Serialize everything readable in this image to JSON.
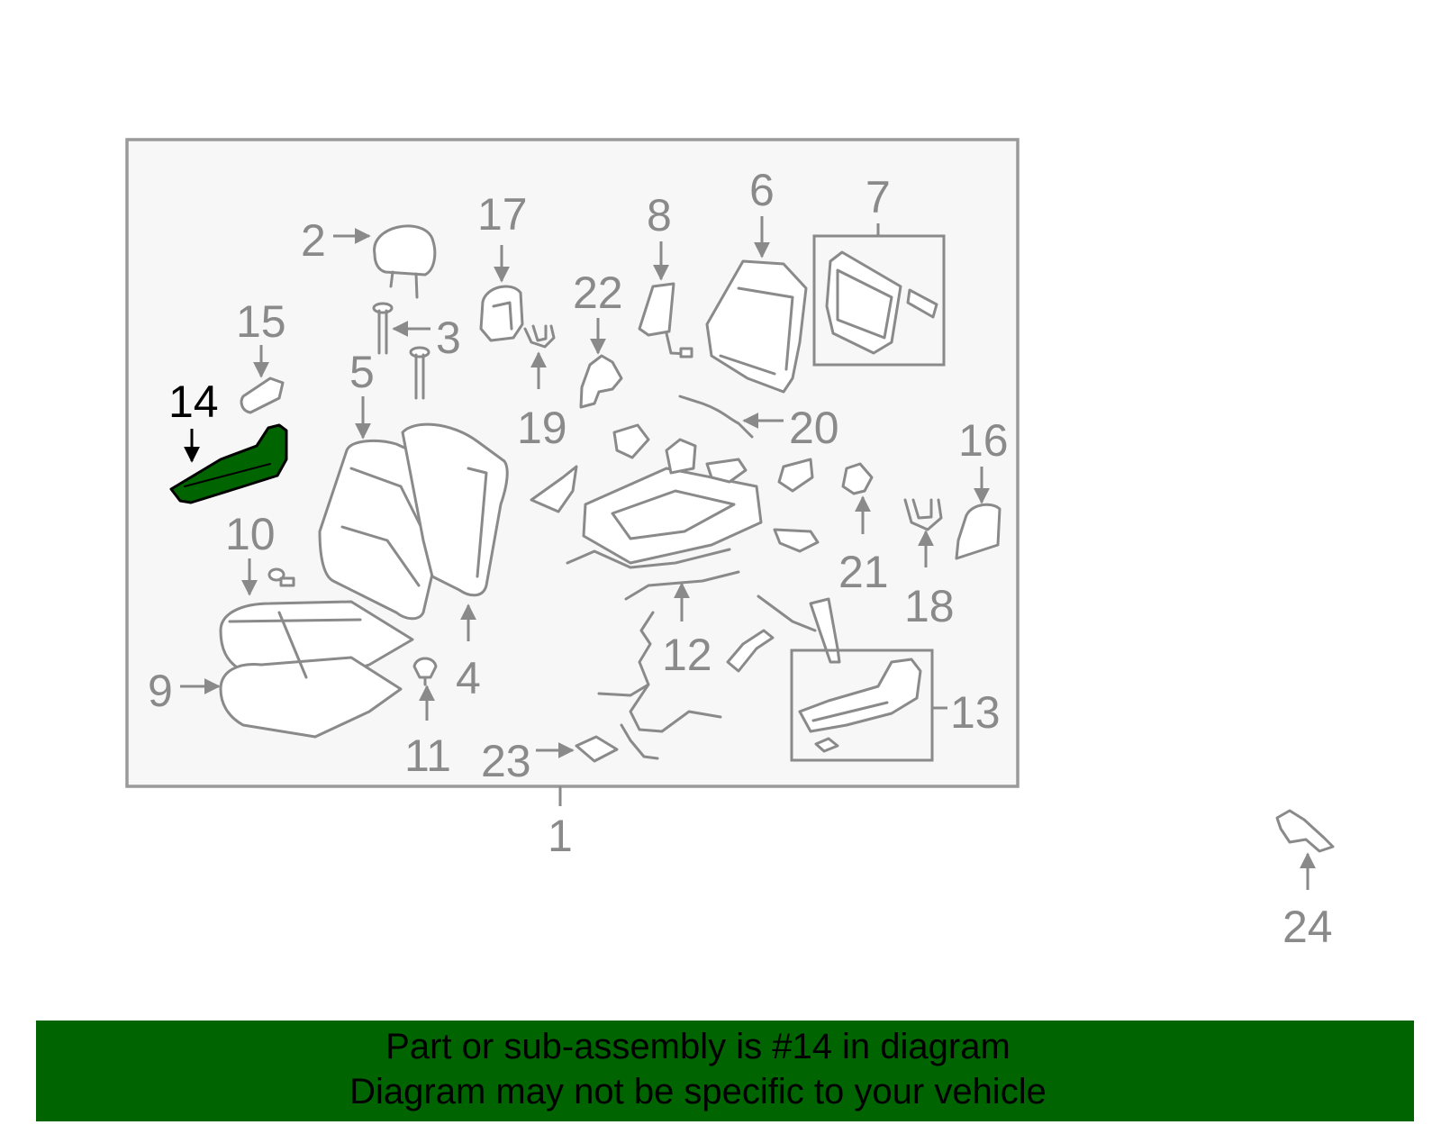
{
  "diagram": {
    "assembly_label": "1",
    "highlight_color": "#006400",
    "callouts": {
      "c2": "2",
      "c3": "3",
      "c4": "4",
      "c5": "5",
      "c6": "6",
      "c7": "7",
      "c8": "8",
      "c9": "9",
      "c10": "10",
      "c11": "11",
      "c12": "12",
      "c13": "13",
      "c14": "14",
      "c15": "15",
      "c16": "16",
      "c17": "17",
      "c18": "18",
      "c19": "19",
      "c20": "20",
      "c21": "21",
      "c22": "22",
      "c23": "23",
      "c24": "24"
    },
    "highlighted_part": "14"
  },
  "banner": {
    "line1": "Part or sub-assembly is #14 in diagram",
    "line2": "Diagram may not be specific to your vehicle",
    "background": "#006400"
  }
}
